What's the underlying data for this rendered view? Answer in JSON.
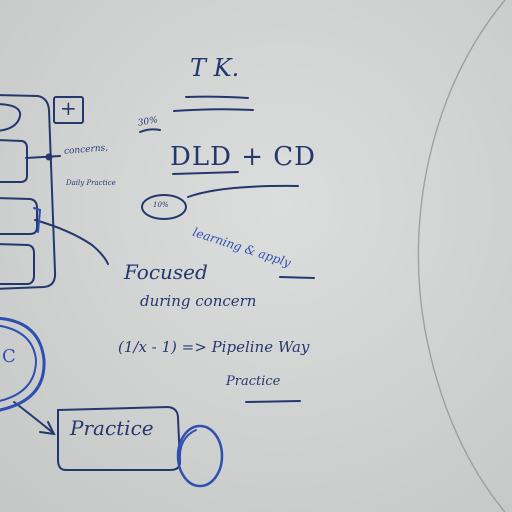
{
  "colors": {
    "board": "#d2d4d3",
    "ink_navy": "#25386e",
    "ink_blue": "#2f4fb0",
    "faint_circle": "#8e9594"
  },
  "notes": {
    "heading": "T K.",
    "acronym": "DLD + CD",
    "box_symbol": "+",
    "concerns": "concerns,",
    "daily": "Daily Practice",
    "percent": "30%",
    "percent_small": "10%",
    "learning": "learning & apply",
    "focused": "Focused",
    "during": "during concern",
    "formula": "(1/x - 1) => Pipeline Way",
    "practice_word": "Practice",
    "practice_box": "Practice",
    "c_letter": "C"
  }
}
